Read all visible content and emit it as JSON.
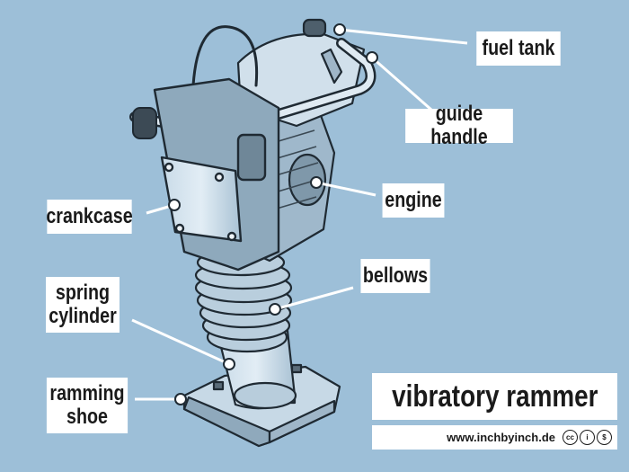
{
  "labels": {
    "fuel_tank": "fuel tank",
    "guide_handle": "guide handle",
    "engine": "engine",
    "crankcase": "crankcase",
    "bellows": "bellows",
    "spring_cylinder_1": "spring",
    "spring_cylinder_2": "cylinder",
    "ramming_shoe_1": "ramming",
    "ramming_shoe_2": "shoe"
  },
  "title": "vibratory rammer",
  "credit": "www.inchbyinch.de",
  "license_icons": [
    "cc-icon",
    "by-icon",
    "nc-icon"
  ],
  "license_glyphs": [
    "cc",
    "i",
    "$"
  ],
  "colors": {
    "background": "#9dbfd8",
    "label_bg": "#ffffff",
    "machine_body": "#d6e4ee",
    "outline": "#1f2a33"
  }
}
